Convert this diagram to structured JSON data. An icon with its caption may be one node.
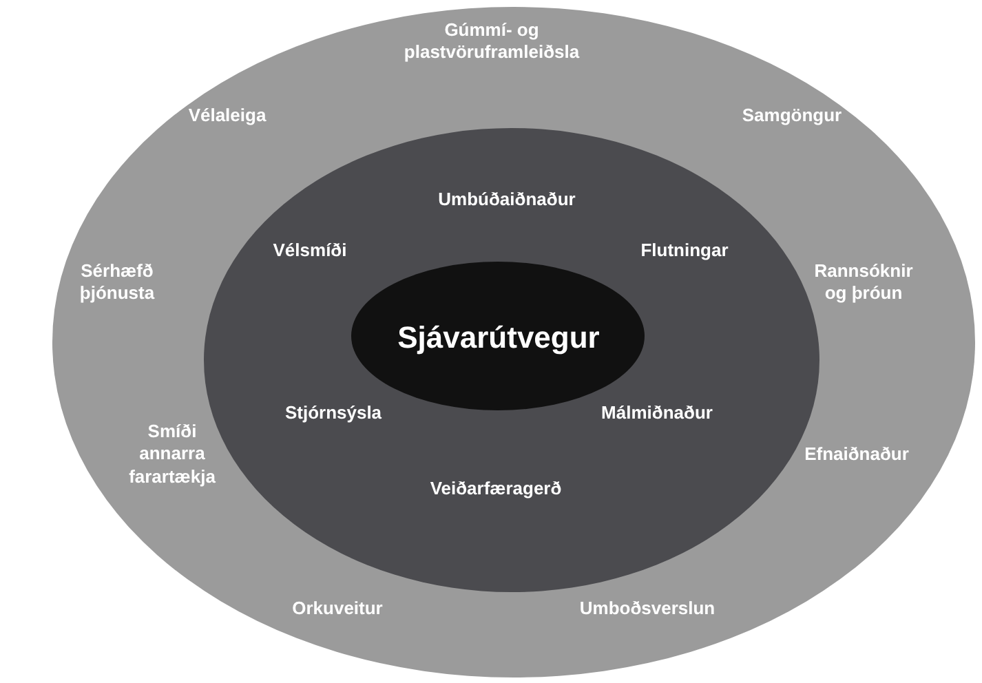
{
  "diagram": {
    "nodes": [
      {
        "text": [
          "Gúmmí- og plastvöruframleiðsla",
          "Vélaleiga",
          "Samgöngur",
          "Sérhæfð þjónusta",
          "Rannsóknir og þróun",
          "Smíði annarra farartækja",
          "Efnaiðnaður",
          "Orkuveitur",
          "Umboðsverslun"
        ]
      },
      {
        "text": [
          "Umbúðaiðnaður",
          "Vélsmíði",
          "Flutningar",
          "Stjórnsýsla",
          "Málmiðnaður",
          "Veiðarfæragerð"
        ],
        "in": 0
      },
      {
        "text": [
          "Sjávarútvegur"
        ],
        "in": 1
      }
    ]
  }
}
